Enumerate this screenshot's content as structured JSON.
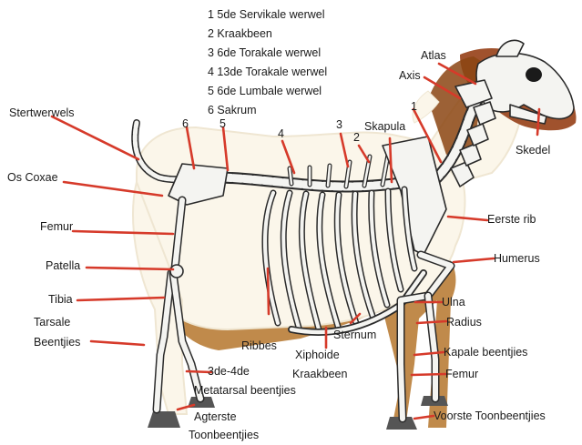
{
  "legend": [
    "1 5de Servikale werwel",
    "2 Kraakbeen",
    "3 6de Torakale werwel",
    "4 13de Torakale werwel",
    "5 6de Lumbale werwel",
    "6 Sakrum"
  ],
  "labels": {
    "stertwerwels": "Stertwerwels",
    "os_coxae": "Os Coxae",
    "femur_hind": "Femur",
    "patella": "Patella",
    "tibia": "Tibia",
    "tarsale_1": "Tarsale",
    "tarsale_2": "Beentjies",
    "metatarsal_1": "3de-4de",
    "metatarsal_2": "Metatarsal beentjies",
    "agterste_1": "Agterste",
    "agterste_2": "Toonbeentjies",
    "ribbes": "Ribbes",
    "xiphoide_1": "Xiphoide",
    "xiphoide_2": "Kraakbeen",
    "sternum": "Sternum",
    "atlas": "Atlas",
    "axis": "Axis",
    "skapula": "Skapula",
    "skedel": "Skedel",
    "eerste_rib": "Eerste rib",
    "humerus": "Humerus",
    "ulna": "Ulna",
    "radius": "Radius",
    "kapale": "Kapale beentjies",
    "femur_front": "Femur",
    "voorste": "Voorste Toonbeentjies",
    "num_1": "1",
    "num_2": "2",
    "num_3": "3",
    "num_4": "4",
    "num_5": "5",
    "num_6": "6"
  },
  "colors": {
    "leader": "#d63a2a",
    "coat": "#fbf6ea",
    "coat_shadow": "#efe6d2",
    "tan": "#b5762c",
    "head_brown": "#a0522d",
    "bone": "#f4f4f1",
    "bone_outline": "#2b2b2b"
  }
}
